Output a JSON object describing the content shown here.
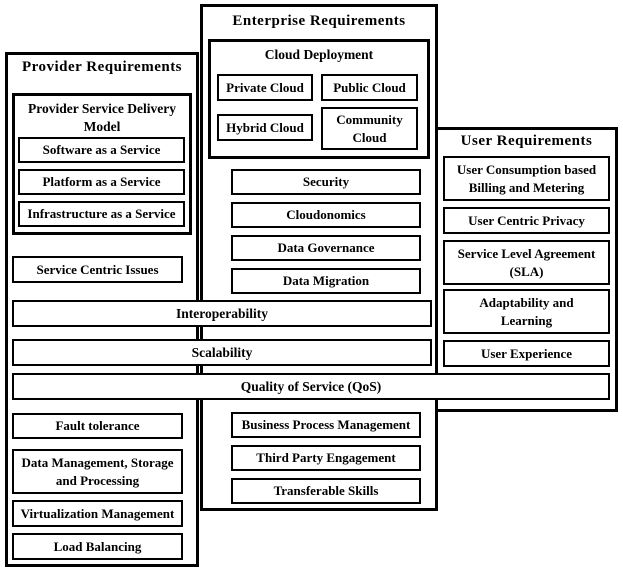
{
  "colors": {
    "border": "#000000",
    "background": "#ffffff",
    "text": "#000000"
  },
  "provider": {
    "title": "Provider Requirements",
    "delivery_model": {
      "title": "Provider Service Delivery\nModel",
      "items": [
        "Software as a Service",
        "Platform as a Service",
        "Infrastructure as a Service"
      ]
    },
    "service_centric_issues": "Service Centric Issues",
    "lower_items": [
      "Fault tolerance",
      "Data Management, Storage\nand Processing",
      "Virtualization Management",
      "Load Balancing"
    ]
  },
  "enterprise": {
    "title": "Enterprise Requirements",
    "cloud_deployment": {
      "title": "Cloud Deployment",
      "items": [
        "Private Cloud",
        "Public Cloud",
        "Hybrid Cloud",
        "Community\nCloud"
      ]
    },
    "middle_items": [
      "Security",
      "Cloudonomics",
      "Data Governance",
      "Data Migration"
    ],
    "lower_items": [
      "Business Process Management",
      "Third Party Engagement",
      "Transferable Skills"
    ]
  },
  "user": {
    "title": "User Requirements",
    "items": [
      "User Consumption based\nBilling and Metering",
      "User Centric Privacy",
      "Service Level Agreement\n(SLA)",
      "Adaptability and\nLearning",
      "User Experience"
    ]
  },
  "cross_cutting_bars": [
    "Interoperability",
    "Scalability",
    "Quality of Service (QoS)"
  ]
}
